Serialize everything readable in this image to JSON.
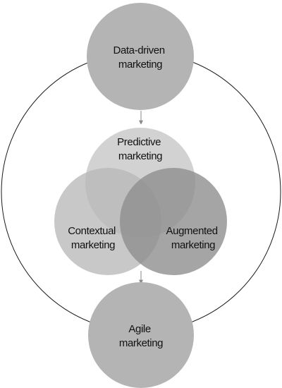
{
  "colors": {
    "background": "#ffffff",
    "ring": "#1a1a1a",
    "node_fill": "#b4b4b4",
    "venn_predictive": "#c3c3c3",
    "venn_contextual": "#b9b9b9",
    "venn_augmented": "#8f8f8f",
    "arrow": "#8a8a8a"
  },
  "nodes": {
    "data_driven": {
      "line1": "Data-driven",
      "line2": "marketing"
    },
    "predictive": {
      "line1": "Predictive",
      "line2": "marketing"
    },
    "contextual": {
      "line1": "Contextual",
      "line2": "marketing"
    },
    "augmented": {
      "line1": "Augmented",
      "line2": "marketing"
    },
    "agile": {
      "line1": "Agile",
      "line2": "marketing"
    }
  }
}
